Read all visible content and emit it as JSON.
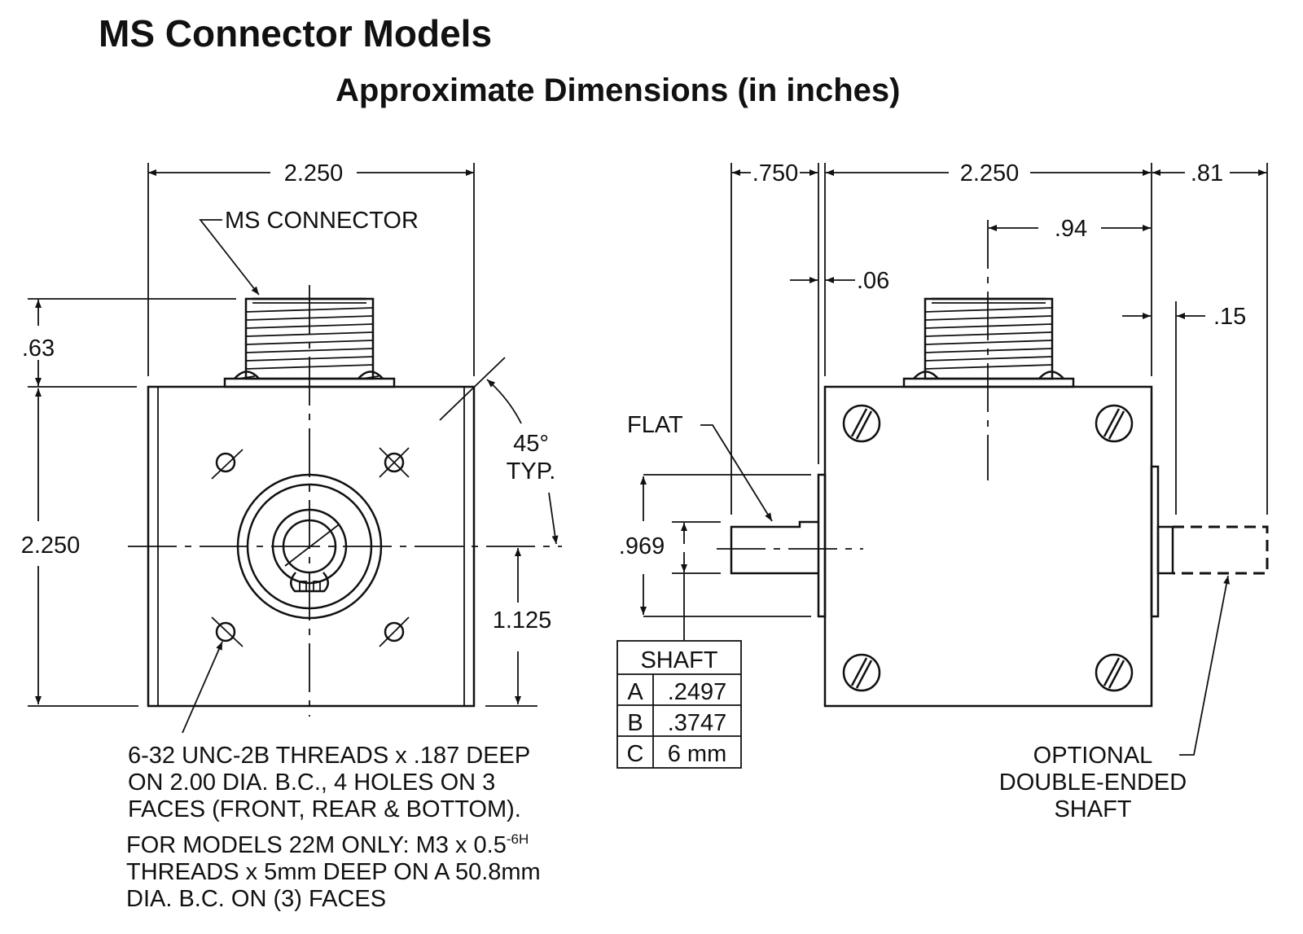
{
  "title": "MS Connector Models",
  "subtitle": "Approximate Dimensions (in inches)",
  "front_view": {
    "width_dim": "2.250",
    "connector_label": "MS CONNECTOR",
    "connector_height_dim": ".63",
    "height_dim": "2.250",
    "angle_label_1": "45°",
    "angle_label_2": "TYP.",
    "center_height_dim": "1.125"
  },
  "side_view": {
    "shaft_ext_dim": ".750",
    "width_dim": "2.250",
    "rear_ext_dim": ".81",
    "connector_offset_dim": ".94",
    "gap_dim": ".06",
    "rear_gap_dim": ".15",
    "flat_label": "FLAT",
    "flange_dim": ".969",
    "optional_label": [
      "OPTIONAL",
      "DOUBLE-ENDED",
      "SHAFT"
    ]
  },
  "shaft_table": {
    "header": "SHAFT",
    "rows": [
      {
        "letter": "A",
        "value": ".2497"
      },
      {
        "letter": "B",
        "value": ".3747"
      },
      {
        "letter": "C",
        "value": "6 mm"
      }
    ]
  },
  "notes": {
    "threads": [
      "6-32 UNC-2B THREADS x .187 DEEP",
      "ON 2.00 DIA. B.C., 4 HOLES ON 3",
      "FACES (FRONT, REAR & BOTTOM)."
    ],
    "models_line1": "FOR MODELS 22M ONLY: M3 x 0.5",
    "models_superscript": "-6H",
    "models_rest": [
      "THREADS x 5mm DEEP ON A 50.8mm",
      "DIA. B.C. ON (3) FACES"
    ]
  }
}
